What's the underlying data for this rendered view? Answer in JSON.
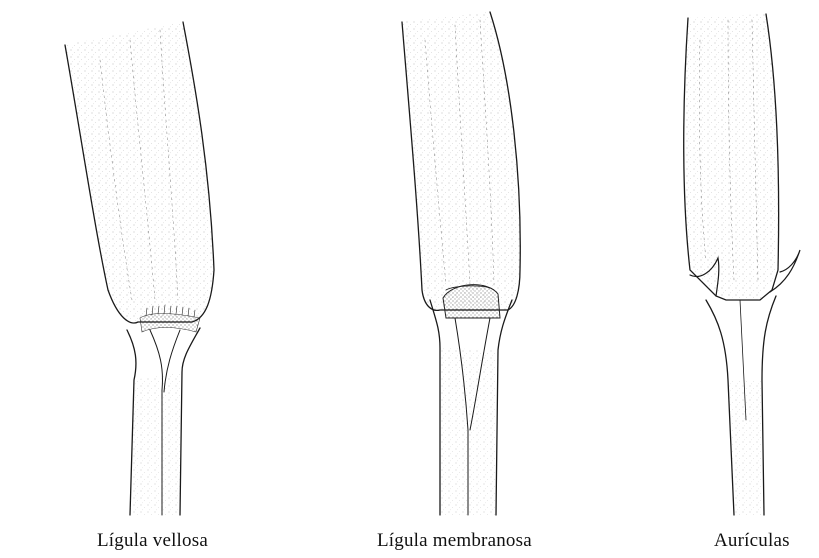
{
  "figure": {
    "panels": [
      {
        "caption": "Lígula vellosa"
      },
      {
        "caption": "Lígula membranosa"
      },
      {
        "caption": "Aurículas"
      }
    ]
  }
}
